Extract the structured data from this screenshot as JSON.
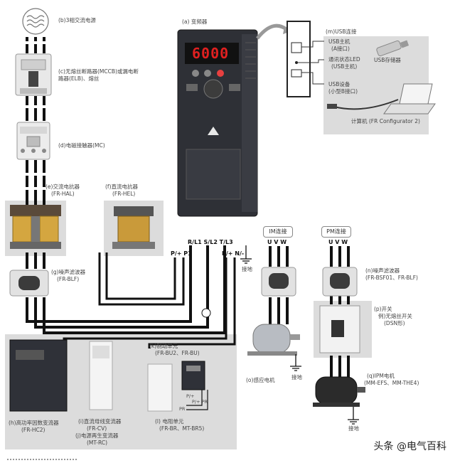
{
  "labels": {
    "power": "(b)3相交流电源",
    "mccb_1": "(c)无熔丝断路器(MCCB)或漏电断",
    "mccb_2": "路器(ELB)、熔丝",
    "mc": "(d)电磁接触器(MC)",
    "ac_reactor_1": "(e)交流电抗器",
    "ac_reactor_2": "(FR-HAL)",
    "dc_reactor_1": "(f)直流电抗器",
    "dc_reactor_2": "(FR-HEL)",
    "noise_filter_1": "(g)噪声滤波器",
    "noise_filter_2": "(FR-BLF)",
    "inverter": "(a) 变频器",
    "usb_connect": "(m)USB连接",
    "usb_host_1": "USB主机",
    "usb_host_2": "(A接口)",
    "comm_led_1": "通讯状态LED",
    "comm_led_2": "(USB主机)",
    "usb_storage": "USB存储器",
    "usb_device_1": "USB设备",
    "usb_device_2": "(小型B接口)",
    "computer": "计算机 (FR Configurator 2)",
    "terminals_main": "R/L1 S/L2 T/L3",
    "terminals_pp1": "P/+ P1",
    "terminals_pn": "P/+ N/-",
    "ground": "接地",
    "im_connect": "IM连接",
    "pm_connect": "PM连接",
    "uvw_im": "U V W",
    "uvw_pm": "U V W",
    "noise_filter_n_1": "(n)噪声滤波器",
    "noise_filter_n_2": "(FR-BSF01、FR-BLF)",
    "switch_1": "(p)开关",
    "switch_2": "例)无熔丝开关",
    "switch_3": "(DSN形)",
    "induction_motor": "(o)感应电机",
    "ipm_motor_1": "(q)IPM电机",
    "ipm_motor_2": "(MM-EFS、MM-THE4)",
    "brake_1": "(k)制动单元",
    "brake_2": "(FR-BU2、FR-BU)",
    "hc2_1": "(h)高功率因数变流器",
    "hc2_2": "(FR-HC2)",
    "cv_1": "(i)直流母线变流器",
    "cv_2": "(FR-CV)",
    "rc": "(j)电源再生变流器",
    "rc_2": "(MT-RC)",
    "resistor_1": "(l)  电阻单元",
    "resistor_2": "(FR-BR、MT-BR5)",
    "brake_pp": "P/+  PR",
    "brake_pp2": "P/+",
    "brake_pr": "PR",
    "watermark": "头条 @电气百科"
  },
  "display": {
    "readout": "6000"
  },
  "colors": {
    "wire": "#111111",
    "panel": "#dcdcdc",
    "inverter_body": "#2e3036",
    "display_red": "#e02020"
  }
}
